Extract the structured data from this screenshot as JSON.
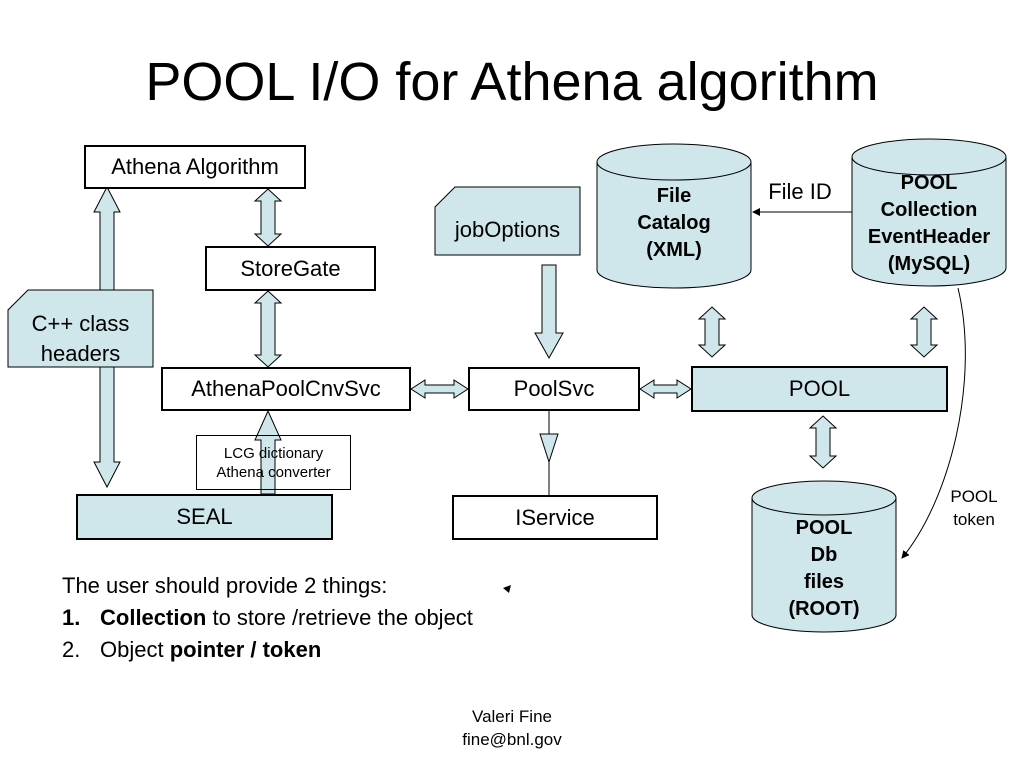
{
  "title": "POOL I/O for Athena algorithm",
  "boxes": {
    "athena_algorithm": "Athena Algorithm",
    "storegate": "StoreGate",
    "athena_pool_cnv_svc": "AthenaPoolCnvSvc",
    "pool_svc": "PoolSvc",
    "pool": "POOL",
    "seal": "SEAL",
    "iservice": "IService",
    "lcg_dictionary": "LCG dictionary\nAthena converter",
    "job_options": "jobOptions",
    "cpp_class_headers": "C++ class\nheaders"
  },
  "cylinders": {
    "file_catalog": "File\nCatalog\n(XML)",
    "pool_collection": "POOL\nCollection\nEventHeader\n(MySQL)",
    "pool_db_files": "POOL\nDb\nfiles\n(ROOT)"
  },
  "labels": {
    "file_id": "File ID",
    "pool_token": "POOL\ntoken"
  },
  "notes": {
    "intro": "The user should provide 2 things:",
    "items": [
      {
        "num": "1.",
        "bold": "Collection",
        "rest": " to store /retrieve the object"
      },
      {
        "num": "2.",
        "pre": "Object ",
        "bold1": "pointer",
        "sep": " / ",
        "bold2": "token"
      }
    ]
  },
  "footer": {
    "name": "Valeri Fine",
    "email": "fine@bnl.gov"
  },
  "colors": {
    "fill": "#cfe7ea",
    "stroke": "#000000"
  }
}
